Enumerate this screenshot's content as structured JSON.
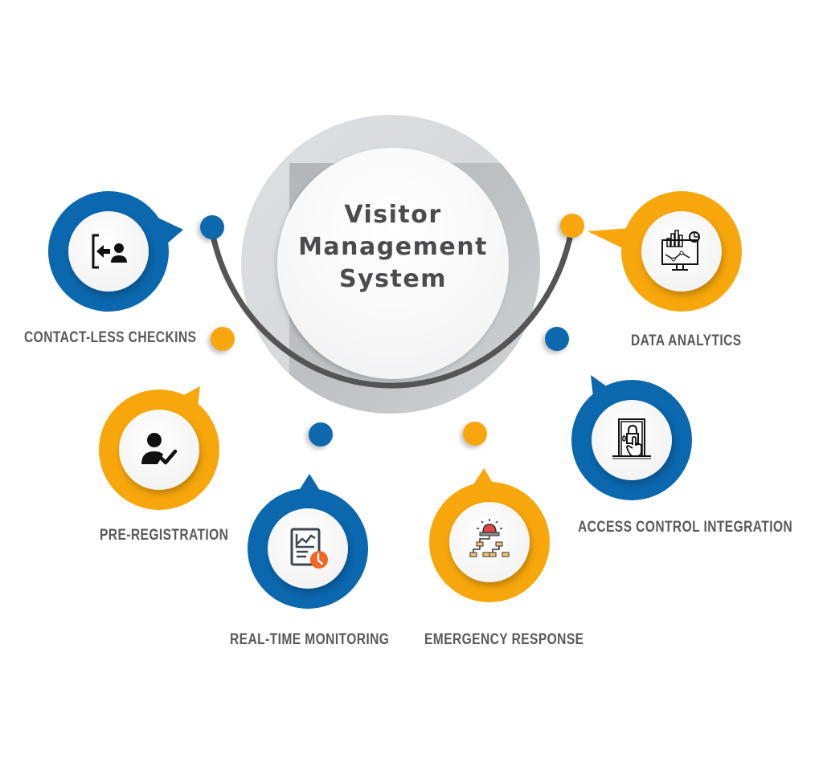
{
  "center": {
    "title_lines": [
      "Visitor",
      "Management",
      "System"
    ]
  },
  "colors": {
    "blue": "#0b67ae",
    "orange": "#f7a70b",
    "arc": "#555557",
    "label_text": "#5a5a5c",
    "title_text": "#4b4b4d",
    "outer_ring": "#d9dcdf",
    "alarm_red": "#e8454a",
    "node_tan": "#f3c46d",
    "clock_orange": "#f26522"
  },
  "features": [
    {
      "label": "CONTACT-LESS CHECKINS",
      "color": "blue",
      "icon": "check-in-door-person-icon"
    },
    {
      "label": "DATA ANALYTICS",
      "color": "orange",
      "icon": "analytics-monitor-icon"
    },
    {
      "label": "PRE-REGISTRATION",
      "color": "orange",
      "icon": "person-check-icon"
    },
    {
      "label": "REAL-TIME MONITORING",
      "color": "blue",
      "icon": "report-chart-clock-icon"
    },
    {
      "label": "EMERGENCY RESPONSE",
      "color": "orange",
      "icon": "alarm-hierarchy-icon"
    },
    {
      "label": "ACCESS CONTROL INTEGRATION",
      "color": "blue",
      "icon": "door-lock-touch-icon"
    }
  ],
  "arc_dots": [
    {
      "color": "blue"
    },
    {
      "color": "orange"
    },
    {
      "color": "blue"
    },
    {
      "color": "orange"
    },
    {
      "color": "blue"
    },
    {
      "color": "orange"
    }
  ]
}
